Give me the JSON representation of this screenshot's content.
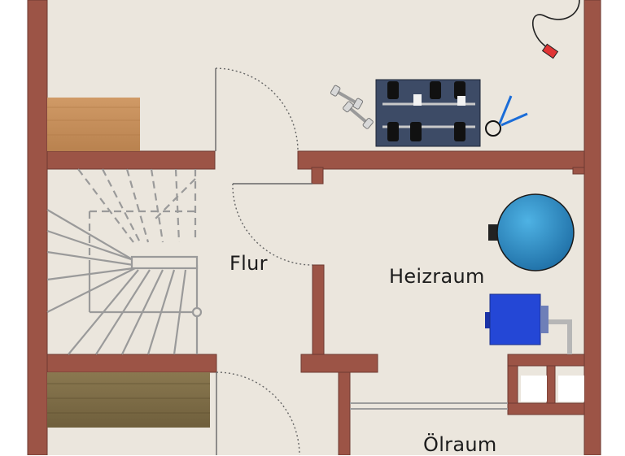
{
  "floor_plan": {
    "rooms": [
      {
        "id": "flur",
        "label": "Flur"
      },
      {
        "id": "heizraum",
        "label": "Heizraum"
      },
      {
        "id": "oelraum",
        "label": "Ölraum"
      }
    ],
    "colors": {
      "background": "#ffffff",
      "floor": "#ebe6dd",
      "wall": "#9c5446",
      "wall_edge": "#6e3a31",
      "stairs": "#9a9a9a",
      "door_swing": "#666666",
      "furniture_wood": "#c9925e",
      "tank": "#2d8fc7",
      "boiler": "#2447d6",
      "pipe": "#b6b6b6",
      "gym_bench": "#3d4b66"
    },
    "icons": [
      "cabinet-icon",
      "dumbbell-icon",
      "weight-bench-icon",
      "jump-rope-icon",
      "resistance-band-icon",
      "staircase-icon",
      "door-swing-icon",
      "oil-tank-icon",
      "boiler-icon",
      "pipe-icon"
    ]
  }
}
